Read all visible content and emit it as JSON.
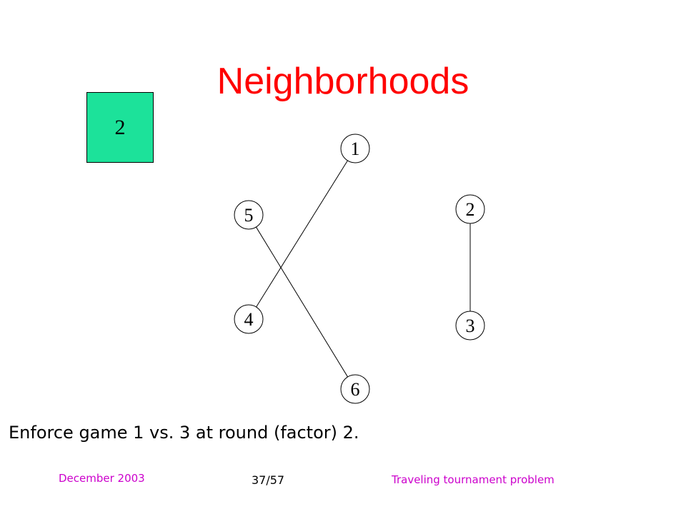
{
  "title": "Neighborhoods",
  "round_indicator": {
    "value": "2",
    "color": "#1ce29a"
  },
  "graph": {
    "nodes": [
      {
        "id": "1",
        "label": "1"
      },
      {
        "id": "5",
        "label": "5"
      },
      {
        "id": "2",
        "label": "2"
      },
      {
        "id": "4",
        "label": "4"
      },
      {
        "id": "3",
        "label": "3"
      },
      {
        "id": "6",
        "label": "6"
      }
    ],
    "edges": [
      {
        "from": "1",
        "to": "4"
      },
      {
        "from": "5",
        "to": "6"
      },
      {
        "from": "2",
        "to": "3"
      }
    ]
  },
  "caption": "Enforce game 1 vs. 3 at round (factor) 2.",
  "footer": {
    "date": "December 2003",
    "page": "37/57",
    "topic": "Traveling tournament problem"
  },
  "colors": {
    "title": "#ff0000",
    "footer": "#cc00cc"
  }
}
